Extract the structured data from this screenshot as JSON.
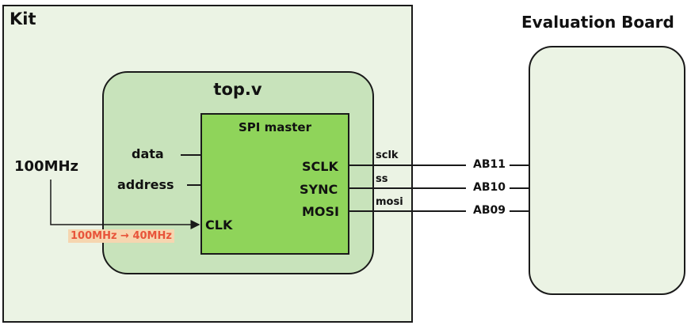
{
  "kit": {
    "label": "Kit"
  },
  "top_module": {
    "label": "top.v"
  },
  "spi_master": {
    "label": "SPI master",
    "inputs": {
      "data": "data",
      "address": "address",
      "clk": "CLK"
    },
    "outputs": {
      "sclk": "SCLK",
      "sync": "SYNC",
      "mosi": "MOSI"
    }
  },
  "clock": {
    "source": "100MHz",
    "conversion": "100MHz → 40MHz"
  },
  "signals": {
    "sclk": "sclk",
    "ss": "ss",
    "mosi": "mosi"
  },
  "pins": {
    "sclk": "AB11",
    "ss": "AB10",
    "mosi": "AB09"
  },
  "eval_board": {
    "label": "Evaluation Board"
  },
  "colors": {
    "kit_fill": "#ebf3e4",
    "top_fill": "#c8e3bb",
    "spi_fill": "#8fd45a",
    "clk_note_bg": "#f6d6b0",
    "clk_note_text": "#e8543a"
  }
}
